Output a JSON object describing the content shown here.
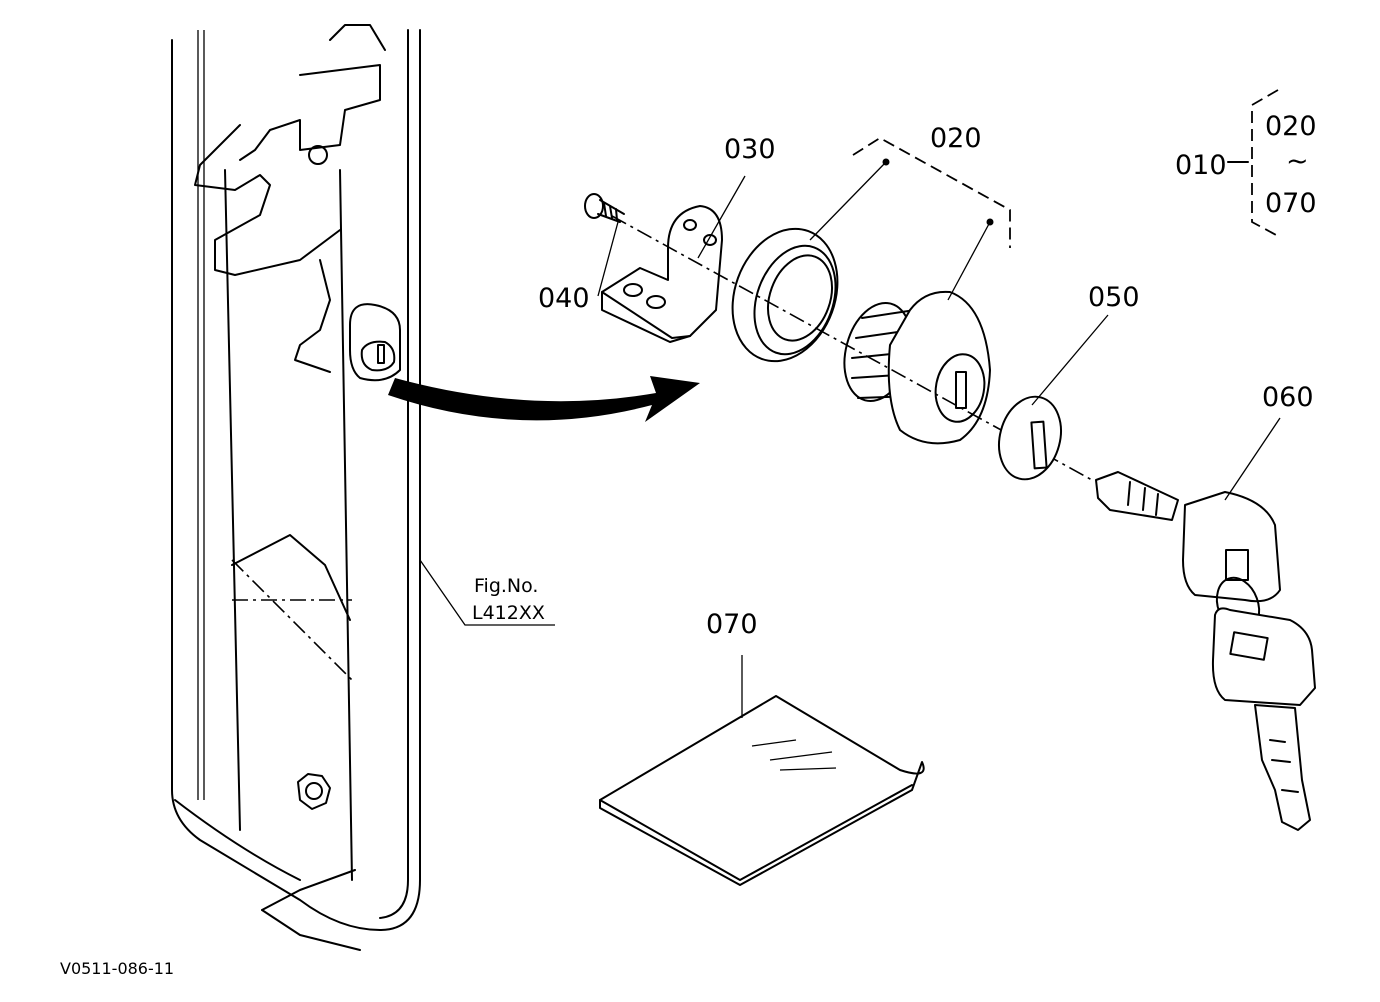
{
  "callouts": {
    "p010": "010",
    "p020": "020",
    "p030": "030",
    "p040": "040",
    "p050": "050",
    "p060": "060",
    "p070": "070"
  },
  "range": {
    "from": "020",
    "sep": "~",
    "to": "070"
  },
  "figure": {
    "caption_line1": "Fig.No.",
    "caption_line2": "L412XX"
  },
  "drawing_code": "V0511-086-11"
}
